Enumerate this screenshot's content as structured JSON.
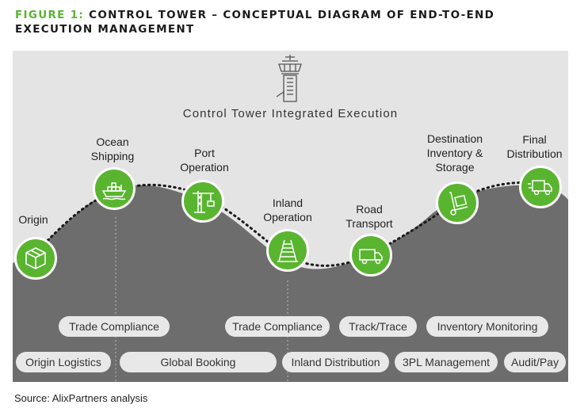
{
  "figure": {
    "label": "FIGURE 1:",
    "title": " CONTROL TOWER – CONCEPTUAL DIAGRAM OF END-TO-END EXECUTION MANAGEMENT"
  },
  "panel": {
    "title": "Control Tower Integrated Execution"
  },
  "stages": [
    {
      "label_lines": [
        "Origin"
      ],
      "icon": "package-box-icon"
    },
    {
      "label_lines": [
        "Ocean",
        "Shipping"
      ],
      "icon": "cargo-ship-icon"
    },
    {
      "label_lines": [
        "Port",
        "Operation"
      ],
      "icon": "port-crane-icon"
    },
    {
      "label_lines": [
        "Inland",
        "Operation"
      ],
      "icon": "railway-track-icon"
    },
    {
      "label_lines": [
        "Road",
        "Transport"
      ],
      "icon": "truck-icon"
    },
    {
      "label_lines": [
        "Destination",
        "Inventory &",
        "Storage"
      ],
      "icon": "hand-truck-icon"
    },
    {
      "label_lines": [
        "Final",
        "Distribution"
      ],
      "icon": "delivery-truck-icon"
    }
  ],
  "services_row1": [
    "Trade Compliance",
    "Trade Compliance",
    "Track/Trace",
    "Inventory Monitoring"
  ],
  "services_row2": [
    "Origin Logistics",
    "Global Booking",
    "Inland Distribution",
    "3PL Management",
    "Audit/Pay"
  ],
  "source": "Source: AlixPartners analysis",
  "colors": {
    "accent_green": "#59b530",
    "hill_dark": "#6d6d6d",
    "panel_light": "#e4e4e4",
    "pill": "#e8e8e8"
  }
}
